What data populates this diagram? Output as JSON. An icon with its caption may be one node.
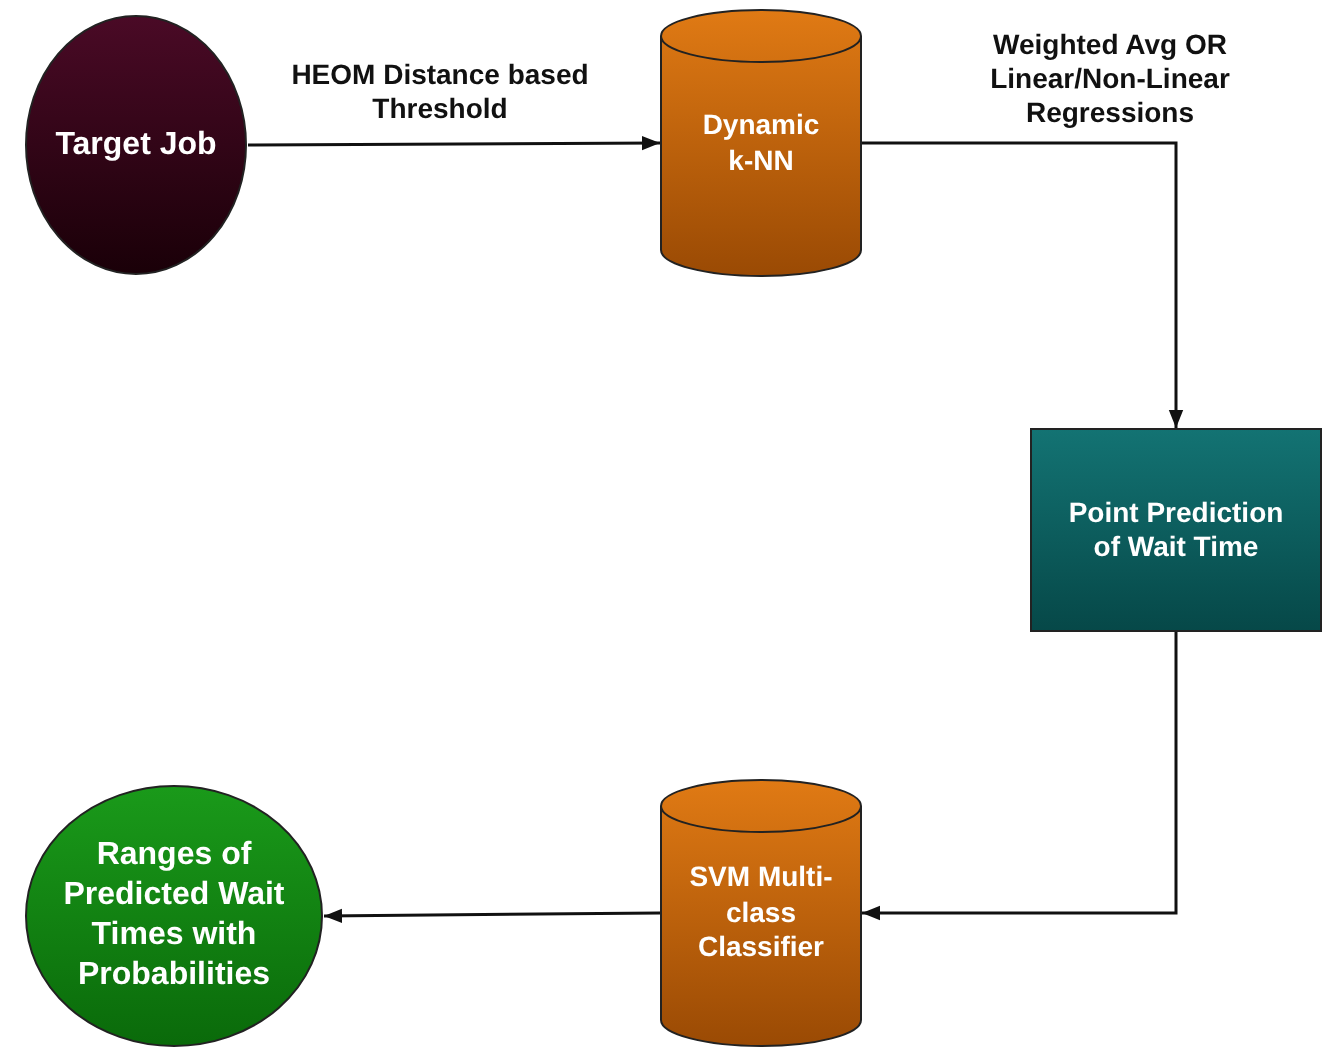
{
  "diagram": {
    "nodes": [
      {
        "text": [
          "Target Job"
        ]
      },
      {
        "text": [
          "Dynamic k-NN"
        ]
      },
      {
        "text": [
          "Point Prediction of Wait Time"
        ]
      },
      {
        "text": [
          "SVM Multi-class Classifier"
        ]
      },
      {
        "text": [
          "Ranges of Predicted Wait Times with Probabilities"
        ]
      }
    ],
    "edges": [
      {
        "from": 0,
        "to": 1,
        "arrow": "to",
        "label": "HEOM Distance based Threshold"
      },
      {
        "from": 1,
        "to": 2,
        "arrow": "to",
        "label": "Weighted Avg OR Linear/Non-Linear Regressions"
      },
      {
        "from": 2,
        "to": 3,
        "arrow": "to"
      },
      {
        "from": 3,
        "to": 4,
        "arrow": "to"
      }
    ]
  }
}
